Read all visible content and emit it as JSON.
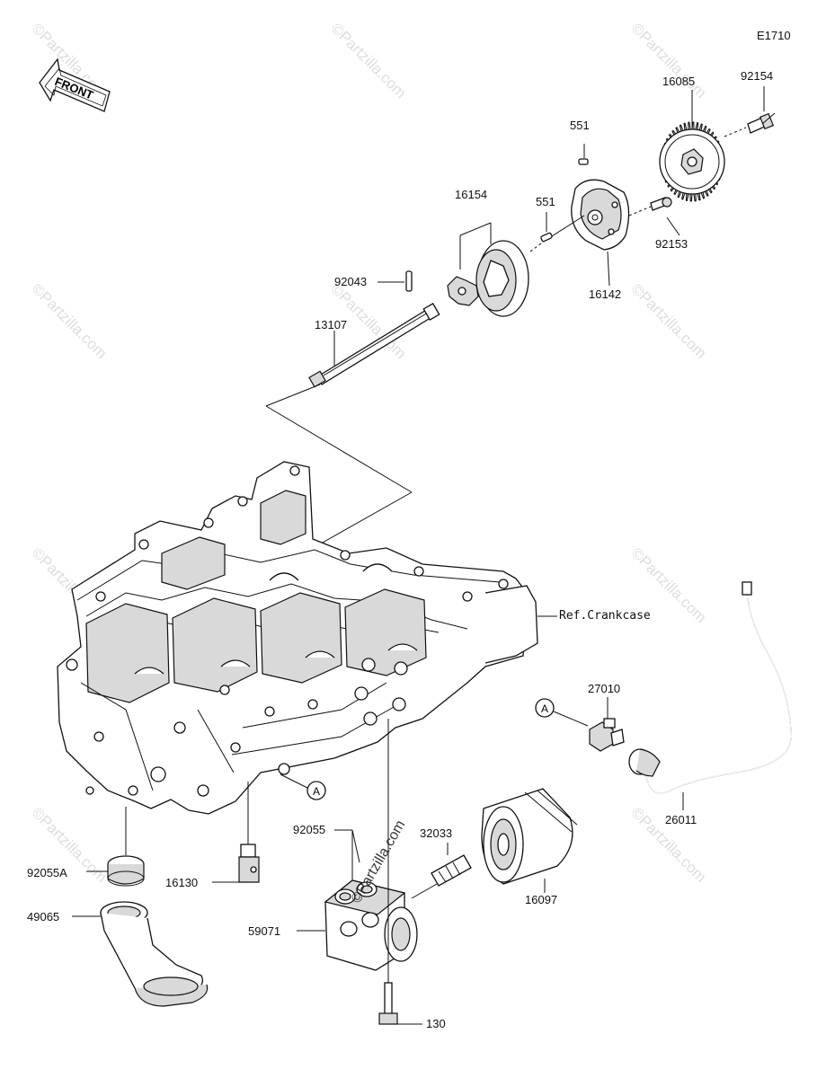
{
  "diagram": {
    "code": "E1710",
    "front_label": "FRONT",
    "ref_label": "Ref.Crankcase",
    "watermark": "©Partzilla.com",
    "callout_letter": "A"
  },
  "parts": [
    {
      "id": "16085",
      "label": "16085"
    },
    {
      "id": "92154",
      "label": "92154"
    },
    {
      "id": "551_a",
      "label": "551"
    },
    {
      "id": "551_b",
      "label": "551"
    },
    {
      "id": "16154",
      "label": "16154"
    },
    {
      "id": "92153",
      "label": "92153"
    },
    {
      "id": "16142",
      "label": "16142"
    },
    {
      "id": "92043",
      "label": "92043"
    },
    {
      "id": "13107",
      "label": "13107"
    },
    {
      "id": "27010",
      "label": "27010"
    },
    {
      "id": "26011",
      "label": "26011"
    },
    {
      "id": "92055",
      "label": "92055"
    },
    {
      "id": "32033",
      "label": "32033"
    },
    {
      "id": "16097",
      "label": "16097"
    },
    {
      "id": "92055A",
      "label": "92055A"
    },
    {
      "id": "16130",
      "label": "16130"
    },
    {
      "id": "49065",
      "label": "49065"
    },
    {
      "id": "59071",
      "label": "59071"
    },
    {
      "id": "130",
      "label": "130"
    }
  ]
}
